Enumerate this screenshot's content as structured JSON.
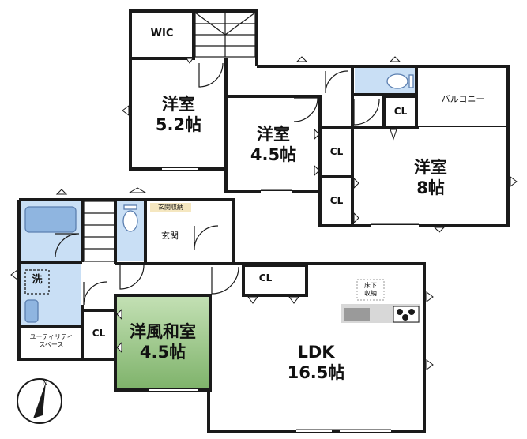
{
  "rooms": {
    "wic": "WIC",
    "bedroom_52_name": "洋室",
    "bedroom_52_size": "5.2帖",
    "bedroom_45_name": "洋室",
    "bedroom_45_size": "4.5帖",
    "bedroom_8_name": "洋室",
    "bedroom_8_size": "8帖",
    "balcony": "バルコニー",
    "cl_top": "CL",
    "cl_mid1": "CL",
    "cl_mid2": "CL",
    "cl_ldk": "CL",
    "cl_utility": "CL",
    "entrance": "玄関",
    "entrance_storage": "玄関収納",
    "washer": "洗",
    "utility_line1": "ユーティリティ",
    "utility_line2": "スペース",
    "japanese_name": "洋風和室",
    "japanese_size": "4.5帖",
    "ldk_name": "LDK",
    "ldk_size": "16.5帖",
    "underfloor_line1": "床下",
    "underfloor_line2": "収納"
  },
  "compass": {
    "north": "N"
  },
  "colors": {
    "wall": "#1a1a1a",
    "bath": "#c9dff5",
    "fixture": "#8fb5e0",
    "japanese_top": "#c3e0b4",
    "japanese_bottom": "#7fb36b",
    "storage_label": "#f5e7c0"
  }
}
